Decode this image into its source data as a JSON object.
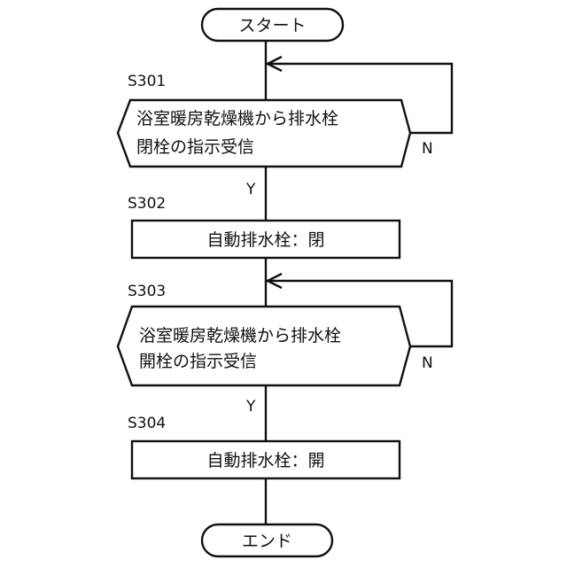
{
  "terminals": {
    "start": "スタート",
    "end": "エンド"
  },
  "steps": [
    {
      "id": "S301",
      "kind": "decision",
      "lines": [
        "浴室暖房乾燥機から排水栓",
        "閉栓の指示受信"
      ],
      "yes_label": "Y",
      "no_label": "N"
    },
    {
      "id": "S302",
      "kind": "process",
      "text": "自動排水栓：閉"
    },
    {
      "id": "S303",
      "kind": "decision",
      "lines": [
        "浴室暖房乾燥機から排水栓",
        "開栓の指示受信"
      ],
      "yes_label": "Y",
      "no_label": "N"
    },
    {
      "id": "S304",
      "kind": "process",
      "text": "自動排水栓：開"
    }
  ]
}
